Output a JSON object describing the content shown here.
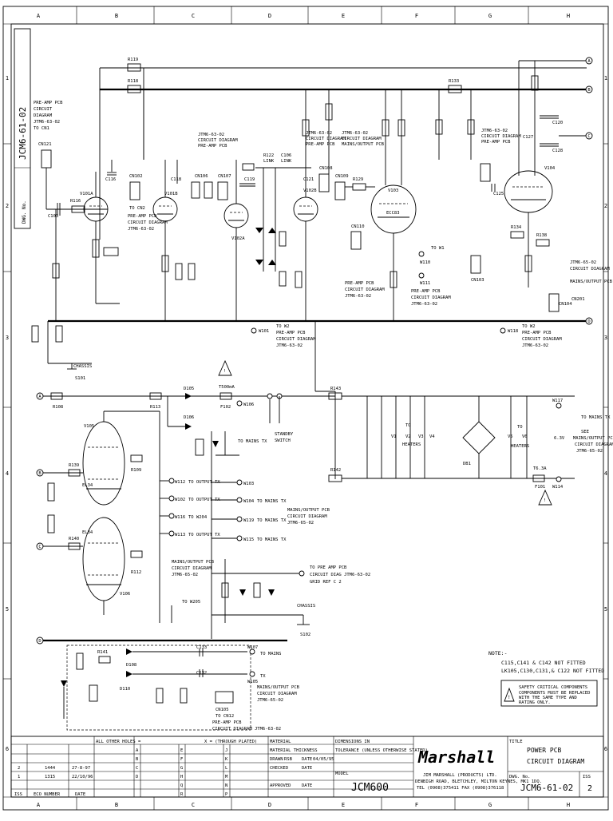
{
  "drawing_number": "JCM6-61-02",
  "drawing_number_label": "DWG. No.",
  "grid": {
    "columns": [
      "A",
      "B",
      "C",
      "D",
      "E",
      "F",
      "G",
      "H"
    ],
    "rows": [
      "1",
      "2",
      "3",
      "4",
      "5",
      "6"
    ]
  },
  "title_block": {
    "title_label": "TITLE",
    "title_line1": "POWER PCB",
    "title_line2": "CIRCUIT DIAGRAM",
    "dwg_no_label": "DWG. No.",
    "dwg_no": "JCM6-61-02",
    "iss_label": "ISS",
    "iss": "2",
    "model_label": "MODEL",
    "model": "JCM600",
    "company_logo": "Marshall",
    "company_line1": "JIM MARSHALL (PRODUCTS) LTD.",
    "company_line2": "DENBIGH ROAD, BLETCHLEY, MILTON KEYNES, MK1 1DQ.",
    "company_line3": "TEL (0908)375411 FAX (0908)376118",
    "all_other_holes": "ALL OTHER HOLES =",
    "through_plated": "X = (THROUGH PLATED)",
    "material_label": "MATERIAL",
    "material_thickness_label": "MATERIAL THICKNESS",
    "dimensions_label": "DIMENSIONS IN",
    "tolerance_label": "TOLERANCE (UNLESS OTHERWISE STATED)",
    "drawn_label": "DRAWN",
    "drawn_by": "RSB",
    "checked_label": "CHECKED",
    "approved_label": "APPROVED",
    "date_label": "DATE",
    "drawn_date": "04/05/95",
    "revisions": [
      {
        "iss": "2",
        "eco": "1444",
        "date": "27-8-97"
      },
      {
        "iss": "1",
        "eco": "1315",
        "date": "22/10/96"
      },
      {
        "iss": "ISS",
        "eco": "ECO NUMBER",
        "date": "DATE"
      }
    ],
    "hole_columns": [
      "A",
      "B",
      "C",
      "D",
      "E",
      "F",
      "G",
      "H",
      "J",
      "K",
      "L",
      "M",
      "N",
      "P",
      "Q",
      "R"
    ]
  },
  "notes": {
    "heading": "NOTE:-",
    "line1": "C115,C141 & C142 NOT FITTED",
    "line2": "LK105,C130,C131,& C122 NOT FITTED",
    "safety_title": "SAFETY CRITICAL COMPONENTS",
    "safety_line1": "COMPONENTS MUST BE REPLACED",
    "safety_line2": "WITH THE SAME TYPE AND",
    "safety_line3": "RATING ONLY."
  },
  "labels": {
    "preamp_note_l1": "PRE-AMP PCB",
    "preamp_note_l2": "CIRCUIT",
    "preamp_note_l3": "DIAGRAM",
    "preamp_note_l4": "JTM6-63-02",
    "preamp_note_l5": "TO CN1",
    "cn121": "CN121",
    "r119": "R119",
    "r118": "R118",
    "r133": "R133",
    "v101a": "V101A",
    "v101b": "V101B",
    "v102a": "V102A",
    "v102b": "V102B",
    "v103": "V103",
    "v104": "V104",
    "ecc83": "ECC83",
    "cn102": "CN102",
    "cn106": "CN106",
    "cn107": "CN107",
    "cn108": "CN108",
    "cn109": "CN109",
    "cn110": "CN110",
    "cn103": "CN103",
    "cn104": "CN104",
    "cn201": "CN201",
    "c103": "C103",
    "c116": "C116",
    "c118": "C118",
    "c119": "C119",
    "c121": "C121",
    "c125": "C125",
    "c127": "C127",
    "c128": "C128",
    "c120": "C120",
    "r116": "R116",
    "r122": "R122",
    "r129": "R129",
    "r134": "R134",
    "r138": "R138",
    "r139": "R139",
    "r140": "R140",
    "r108": "R108",
    "r113": "R113",
    "r141": "R141",
    "r143": "R143",
    "r142": "R142",
    "c106": "C106",
    "link": "LINK",
    "to_cn2": "TO CN2",
    "preamp_pcb": "PRE-AMP PCB",
    "circuit_diagram": "CIRCUIT DIAGRAM",
    "jtm663": "JTM6-63-02",
    "mainsout_pcb": "MAINS/OUTPUT PCB",
    "jtm665": "JTM6-65-02",
    "w101": "W101",
    "w118": "W118",
    "to_w2": "TO W2",
    "to_w1": "TO W1",
    "w110": "W110",
    "w111": "W111",
    "chassis": "CHASSIS",
    "s101": "S101",
    "d105": "D105",
    "d106": "D106",
    "f102": "F102",
    "f102_rating": "T500mA",
    "w106": "W106",
    "standby": "STANDBY",
    "switch": "SWITCH",
    "to_mains_tx": "TO MAINS TX",
    "w103": "W103",
    "w104": "W104",
    "w112": "W112",
    "w102": "W102",
    "w116": "W116",
    "w113": "W113",
    "w119": "W119",
    "w115": "W115",
    "to_output_tx": "TO OUTPUT TX",
    "to_w204": "TO W204",
    "to_w205": "TO W205",
    "to_mains_tx2": "TO MAINS TX",
    "v105": "V105",
    "v106": "V106",
    "el34": "EL34",
    "heaters": "HEATERS",
    "to_v1": "V1",
    "to_v2": "V2",
    "to_v3": "V3",
    "to_v4": "V4",
    "v5": "V5",
    "v6": "V6",
    "db1": "DB1",
    "w117": "W117",
    "w114": "W114",
    "f101": "F101",
    "f101_rating": "T6.3A",
    "six_3v": "6.3V",
    "to_main_tx": "TO MAINS TX",
    "see": "SEE",
    "to_preamp_pcb": "TO PRE AMP PCB",
    "circuit_diag": "CIRCUIT DIAG JTM6-63-02",
    "grid_ref": "GRID REF C 2",
    "c133": "C133",
    "c132": "C132",
    "d108": "D108",
    "d110": "D110",
    "w105": "W105",
    "w107": "W107",
    "to_mains": "TO MAINS",
    "tx": "TX",
    "cn105": "CN105",
    "to_cn12": "TO CN12",
    "preamp_circuit_diagram": "PRE-AMP PCB",
    "circuit_diagram_jtm6": "CIRCUIT DIAGRAM JTM6-63-02",
    "mainsout_circuit": "MAINS/OUTPUT PCB",
    "circuit_diagram_665": "CIRCUIT DIAGRAM",
    "jtm6_65_02": "JTM6-65-02",
    "node_a": "A",
    "node_b": "B",
    "node_c": "C",
    "node_d": "D"
  }
}
